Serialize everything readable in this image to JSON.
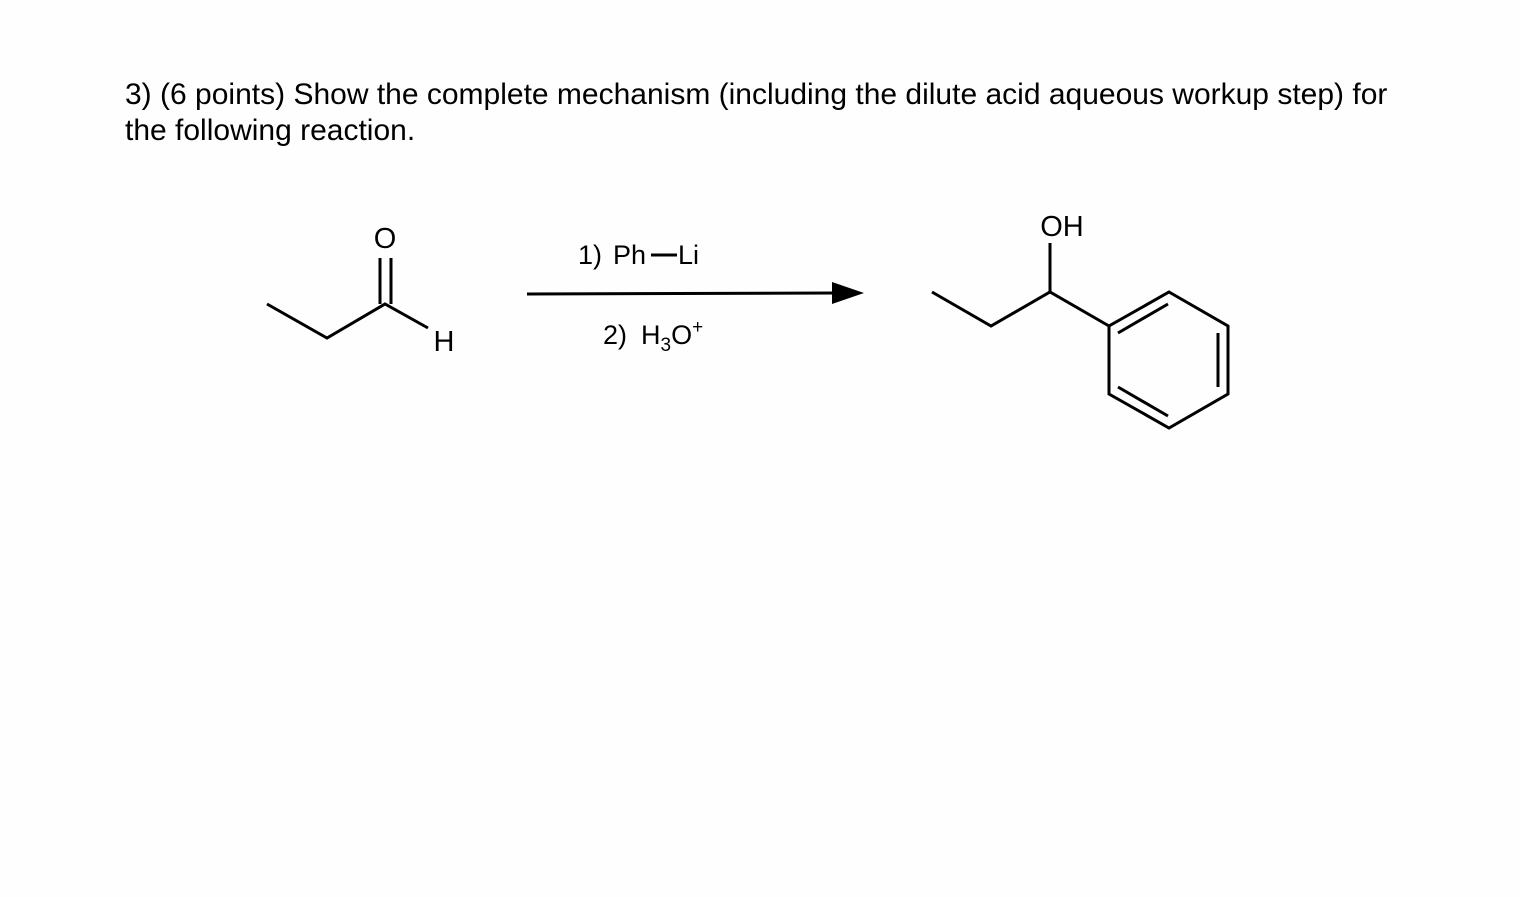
{
  "question": {
    "number": "3)",
    "points": "(6 points)",
    "text": "Show the complete mechanism (including the dilute acid aqueous workup step) for the following reaction."
  },
  "reaction": {
    "reactant": {
      "oxygen_label": "O",
      "hydrogen_label": "H"
    },
    "reagents": {
      "step1": {
        "number": "1)",
        "group": "Ph",
        "metal": "Li"
      },
      "step2": {
        "number": "2)",
        "h": "H",
        "subscript": "3",
        "o": "O",
        "charge": "+"
      }
    },
    "product": {
      "hydroxyl_label": "OH"
    }
  }
}
